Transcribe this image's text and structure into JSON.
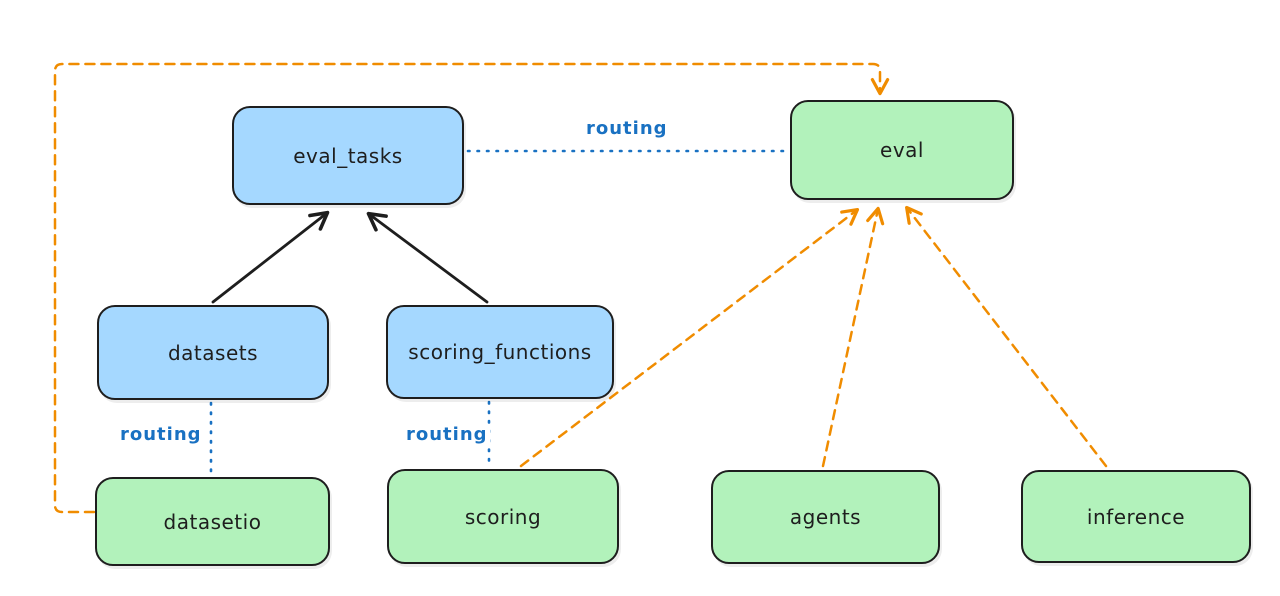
{
  "diagram": {
    "colors": {
      "api_fill_blue": "#a5d8ff",
      "provider_fill_green": "#b2f2bb",
      "node_border": "#1e1e1e",
      "routing_edge_blue": "#1971c2",
      "provider_edge_orange": "#f08c00",
      "dependency_edge_black": "#1e1e1e",
      "background": "#ffffff"
    },
    "nodes": [
      {
        "id": "eval_tasks",
        "label": "eval_tasks",
        "fill": "blue"
      },
      {
        "id": "eval",
        "label": "eval",
        "fill": "green"
      },
      {
        "id": "datasets",
        "label": "datasets",
        "fill": "blue"
      },
      {
        "id": "scoring_functions",
        "label": "scoring_functions",
        "fill": "blue"
      },
      {
        "id": "datasetio",
        "label": "datasetio",
        "fill": "green"
      },
      {
        "id": "scoring",
        "label": "scoring",
        "fill": "green"
      },
      {
        "id": "agents",
        "label": "agents",
        "fill": "green"
      },
      {
        "id": "inference",
        "label": "inference",
        "fill": "green"
      }
    ],
    "edges": [
      {
        "from": "datasets",
        "to": "eval_tasks",
        "style": "solid-black-arrow",
        "label": ""
      },
      {
        "from": "scoring_functions",
        "to": "eval_tasks",
        "style": "solid-black-arrow",
        "label": ""
      },
      {
        "from": "eval_tasks",
        "to": "eval",
        "style": "dotted-blue",
        "label": "routing"
      },
      {
        "from": "datasets",
        "to": "datasetio",
        "style": "dotted-blue",
        "label": "routing"
      },
      {
        "from": "scoring_functions",
        "to": "scoring",
        "style": "dotted-blue",
        "label": "routing"
      },
      {
        "from": "scoring",
        "to": "eval",
        "style": "dashed-orange-arrow",
        "label": ""
      },
      {
        "from": "agents",
        "to": "eval",
        "style": "dashed-orange-arrow",
        "label": ""
      },
      {
        "from": "inference",
        "to": "eval",
        "style": "dashed-orange-arrow",
        "label": ""
      },
      {
        "from": "datasetio",
        "to": "eval",
        "style": "dashed-orange-arrow",
        "label": ""
      }
    ]
  }
}
